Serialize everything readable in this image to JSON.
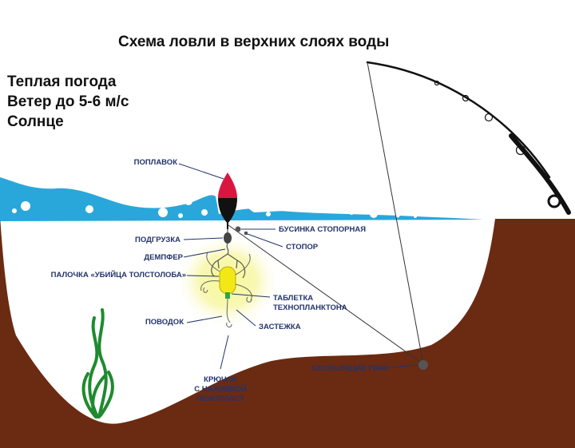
{
  "title": "Схема ловли в верхних слоях воды",
  "conditions": [
    "Теплая погода",
    "Ветер до 5-6 м/с",
    "Солнце"
  ],
  "labels": {
    "float": "ПОПЛАВОК",
    "bead": "БУСИНКА СТОПОРНАЯ",
    "stopper": "СТОПОР",
    "weight": "ПОДГРУЗКА",
    "damper": "ДЕМПФЕР",
    "stick": "ПАЛОЧКА «УБИЙЦА ТОЛСТОЛОБА»",
    "tablet_line1": "ТАБЛЕТКА",
    "tablet_line2": "ТЕХНОПЛАНКТОНА",
    "leader": "ПОВОДОК",
    "clasp": "ЗАСТЕЖКА",
    "hook_line1": "КРЮЧОК",
    "hook_line2": "С НАЖИВКОЙ",
    "hook_line3": "ПЕНОПЛАСТ",
    "sinker": "СКОЛЬЗЯЩИЙ ГРУЗ"
  },
  "colors": {
    "water": "#2aa7da",
    "ground": "#6b2a12",
    "label": "#23336b",
    "float_top": "#d9163f",
    "plant": "#1f8a2f",
    "glow": "#f3f27a"
  }
}
